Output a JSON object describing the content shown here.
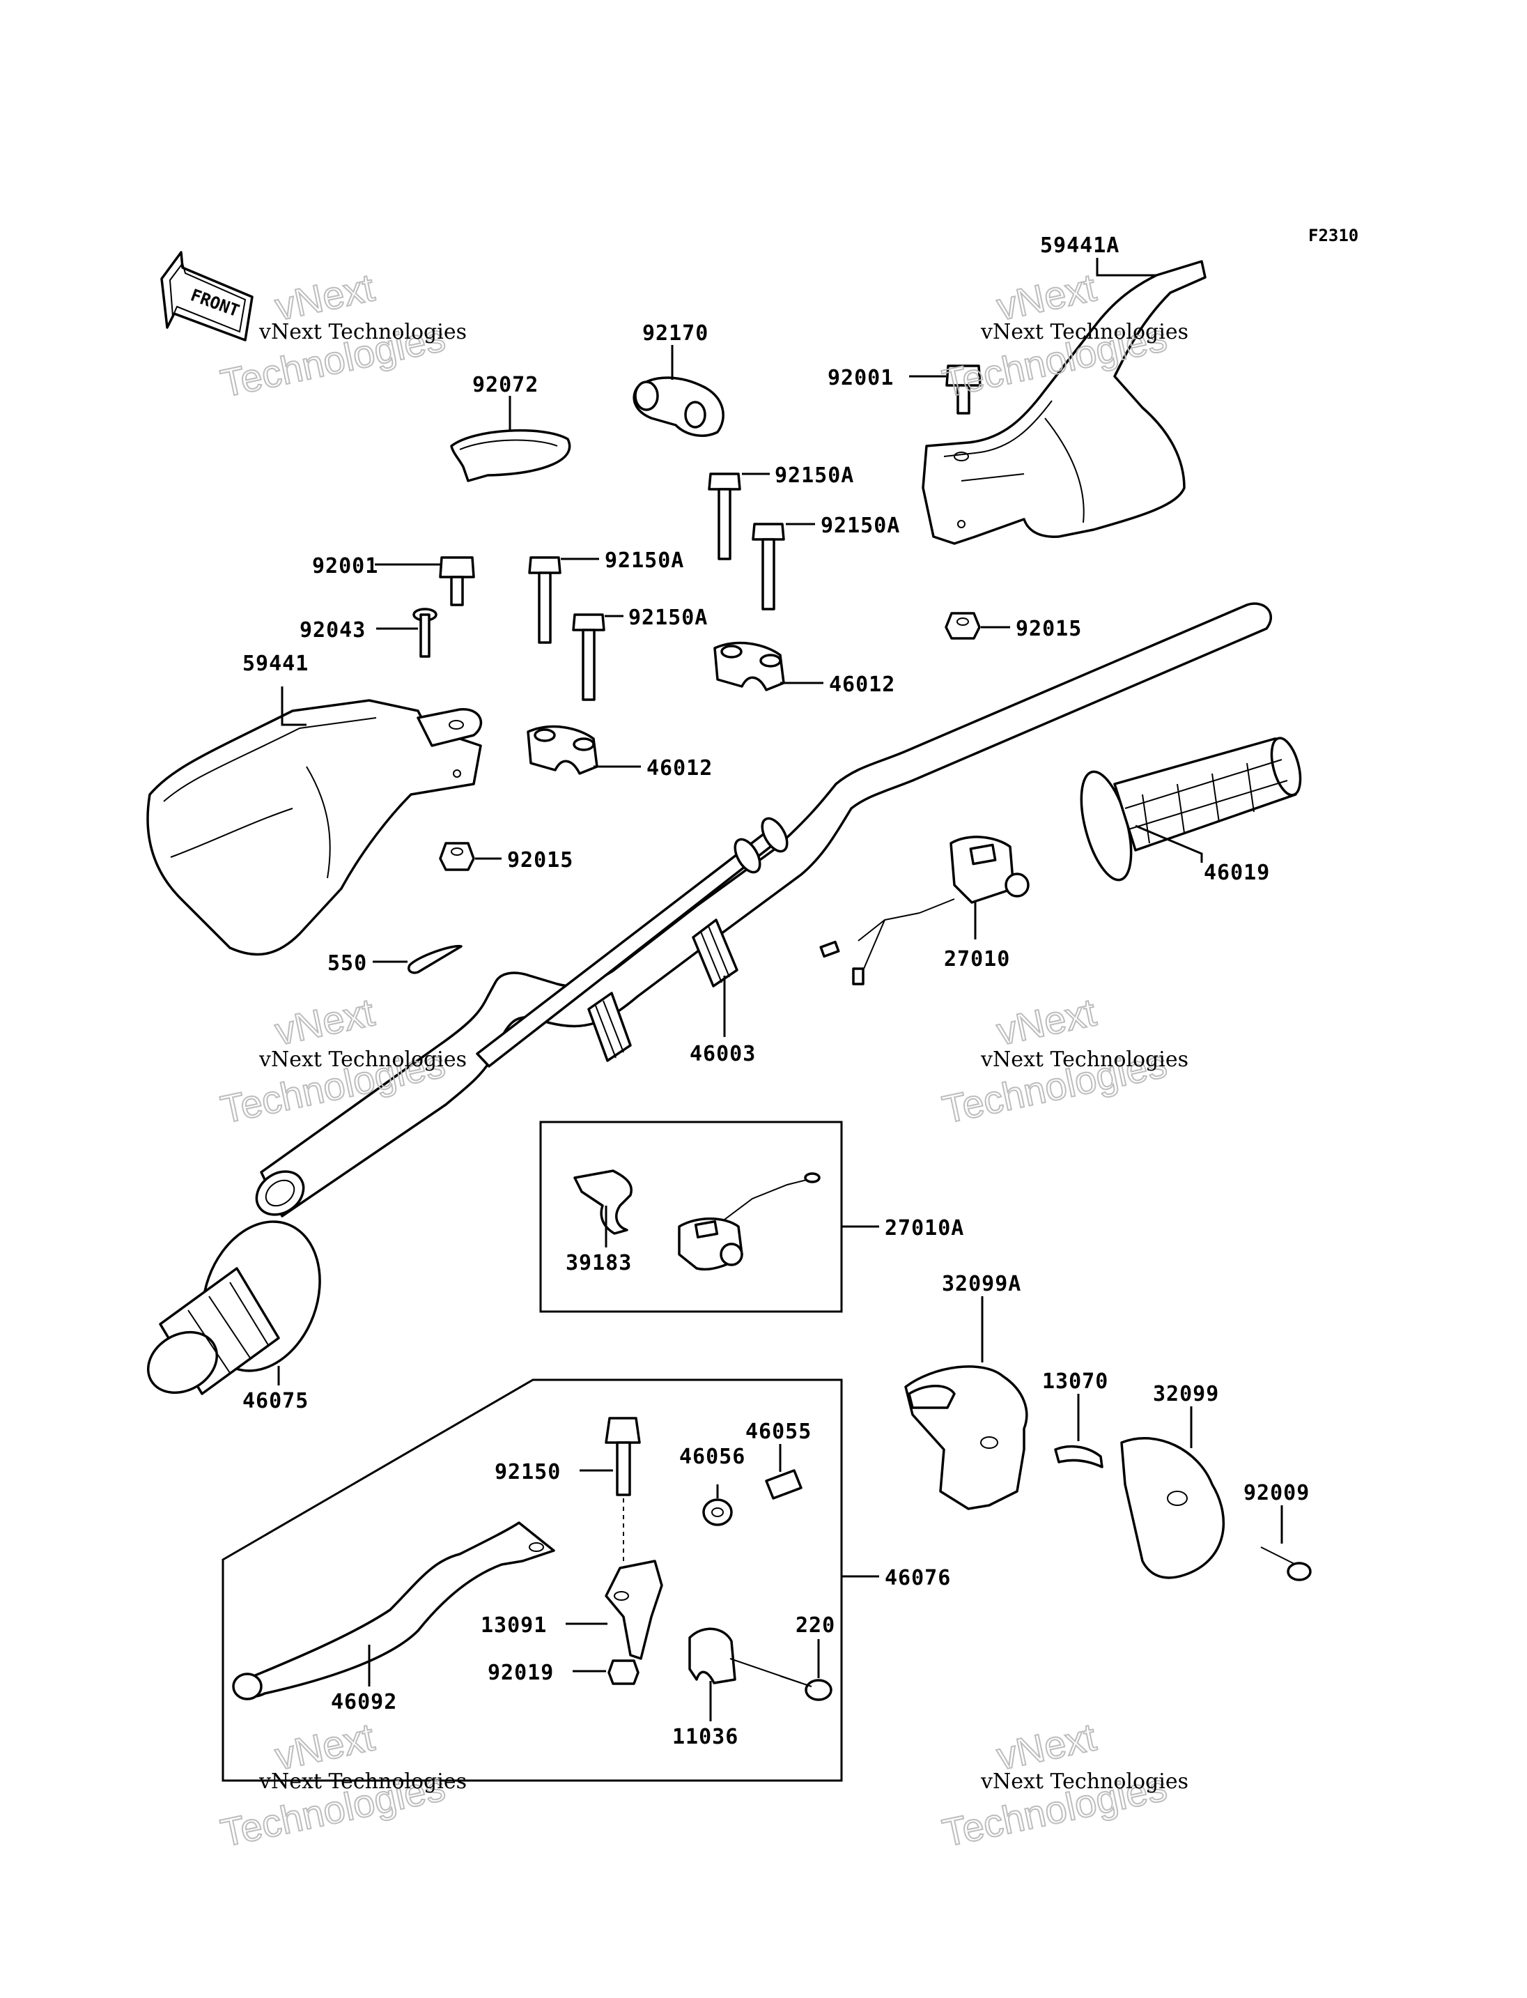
{
  "diagram": {
    "ref_code": "F2310",
    "front_label": "FRONT",
    "watermark": {
      "company": "vNext Technologies",
      "word1": "vNext",
      "word2": "Technologies"
    },
    "labels": {
      "p59441A": "59441A",
      "p92170": "92170",
      "p92072": "92072",
      "p92001a": "92001",
      "p92001b": "92001",
      "p92150A1": "92150A",
      "p92150A2": "92150A",
      "p92150A3": "92150A",
      "p92150A4": "92150A",
      "p92043": "92043",
      "p59441": "59441",
      "p92015a": "92015",
      "p92015b": "92015",
      "p46012a": "46012",
      "p46012b": "46012",
      "p46019": "46019",
      "p550": "550",
      "p27010": "27010",
      "p46003": "46003",
      "p27010A": "27010A",
      "p39183": "39183",
      "p46075": "46075",
      "p32099A": "32099A",
      "p13070": "13070",
      "p32099": "32099",
      "p92009": "92009",
      "p46055": "46055",
      "p46056": "46056",
      "p92150": "92150",
      "p46076": "46076",
      "p220": "220",
      "p13091": "13091",
      "p92019": "92019",
      "p11036": "11036",
      "p46092": "46092"
    }
  }
}
